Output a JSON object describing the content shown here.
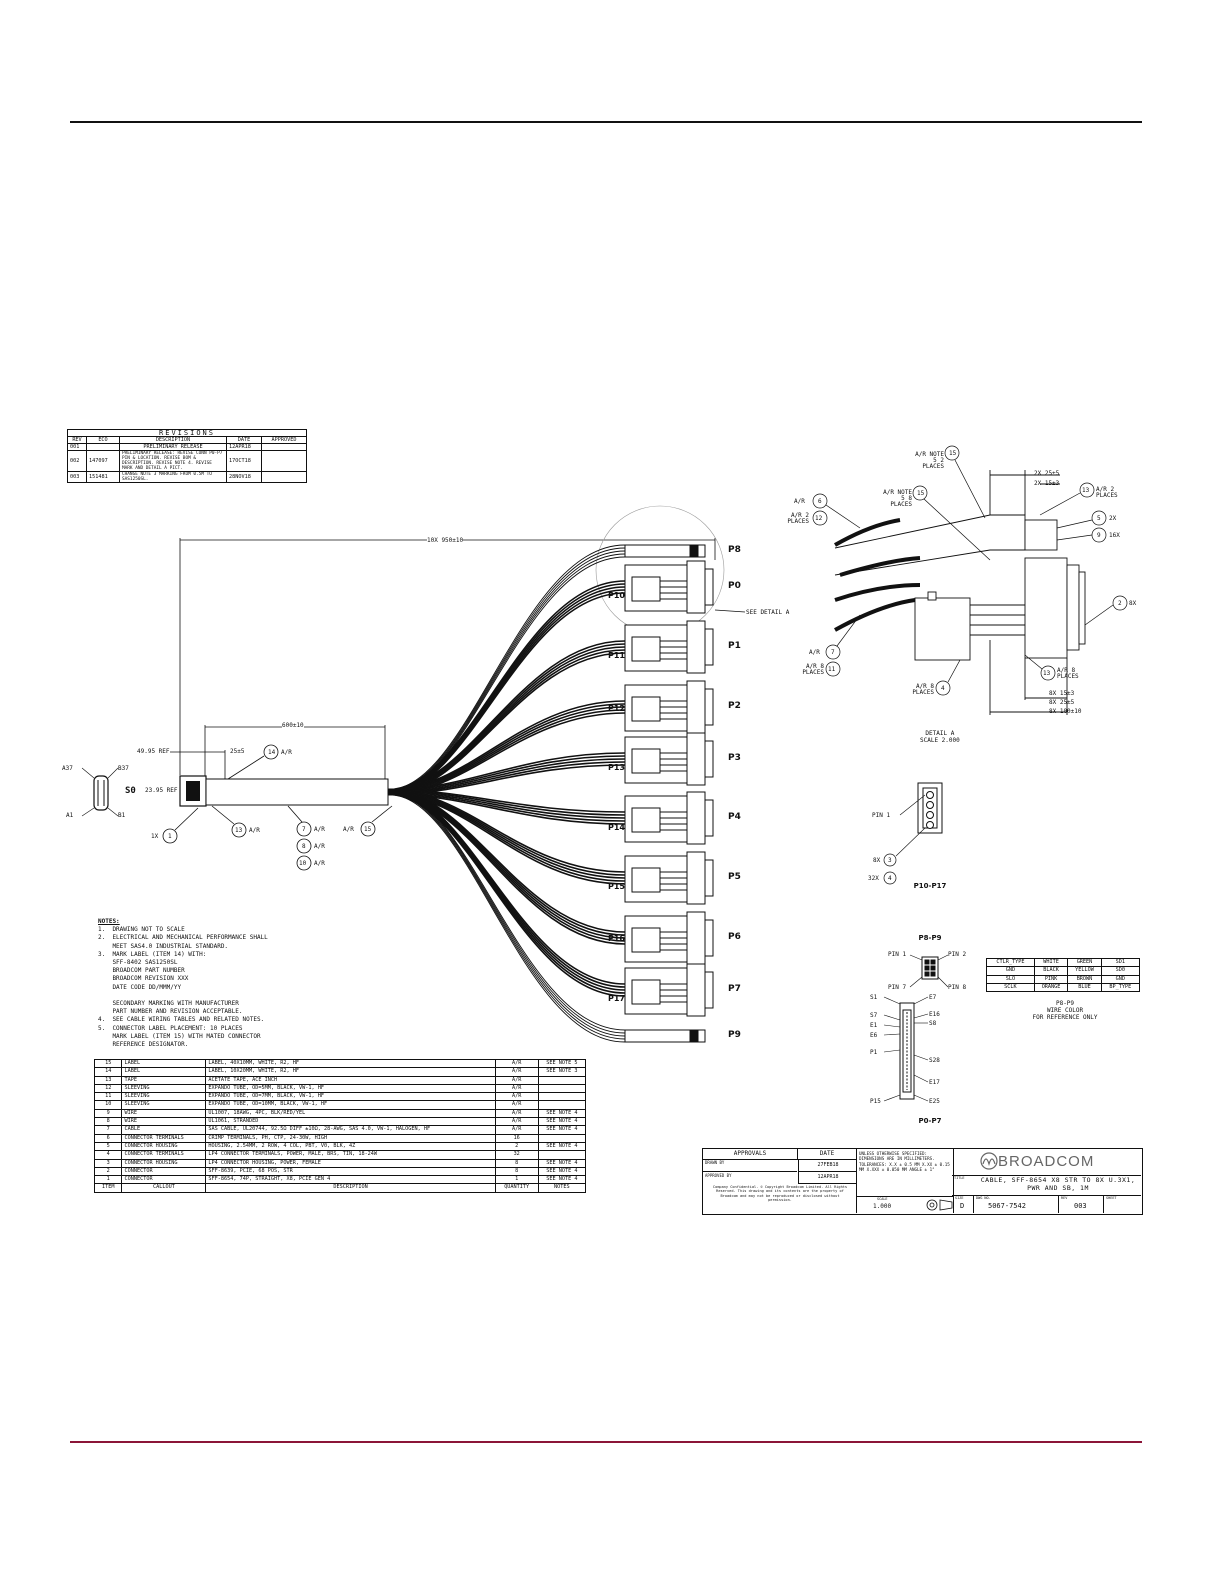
{
  "revisions": {
    "title": "REVISIONS",
    "headers": [
      "REV",
      "ECO",
      "DESCRIPTION",
      "DATE",
      "APPROVED"
    ],
    "rows": [
      [
        "001",
        "",
        "PRELIMINARY RELEASE",
        "12APR18",
        ""
      ],
      [
        "002",
        "147097",
        "PRELIMINARY RELEASE: REVISE CONN P0-P7 PIN & LOCATION. REVISE BOM & DESCRIPTION. REVISE NOTE 4. REVISE MARK AND DETAIL A PICT.",
        "17OCT18",
        ""
      ],
      [
        "003",
        "151481",
        "CHANGE NOTE 3 MARKING FROM 0.5M TO SAS1250SL.",
        "28NOV18",
        ""
      ]
    ]
  },
  "dimensions": {
    "overall": "10X 950±10",
    "breakout": "600±10",
    "cover": "25±5",
    "ref_len": "49.95 REF",
    "ref_w": "23.95 REF",
    "s0": "S0",
    "a37": "A37",
    "b37": "B37",
    "a1": "A1",
    "b1": "B1",
    "see_detail": "SEE DETAIL A"
  },
  "callouts": {
    "c14": "14",
    "c14_qty": "A/R",
    "c1": "1",
    "c1_pre": "1X",
    "c13": "13",
    "c13_qty": "A/R",
    "c7": "7",
    "c7_qty": "A/R",
    "c8": "8",
    "c8_qty": "A/R",
    "c10": "10",
    "c10_qty": "A/R",
    "c15": "15",
    "c15_qty": "A/R"
  },
  "connectors": {
    "right": [
      "P8",
      "P0",
      "P1",
      "P2",
      "P3",
      "P4",
      "P5",
      "P6",
      "P7",
      "P9"
    ],
    "inner": [
      "P10",
      "P11",
      "P12",
      "P13",
      "P14",
      "P15",
      "P16",
      "P17"
    ]
  },
  "detail_a": {
    "title": "DETAIL A",
    "scale": "SCALE 2.000",
    "labels": {
      "note5": "A/R NOTE 5 2 PLACES",
      "c15": "15",
      "c15b": "15",
      "note5b": "A/R NOTE 5 8 PLACES",
      "c6": "6",
      "c6_qty": "A/R",
      "c12": "12",
      "c12_qty": "A/R 2 PLACES",
      "d1": "2X 25±5",
      "d2": "2X 15±3",
      "c13": "13",
      "c13_qty": "A/R 2 PLACES",
      "c5": "5",
      "c5_qty": "2X",
      "c9": "9",
      "c9_qty": "16X",
      "c2": "2",
      "c2_qty": "8X",
      "c7": "7",
      "c7_qty": "A/R",
      "c11": "11",
      "c11_qty": "A/R 8 PLACES",
      "c13b": "13",
      "c13b_qty": "A/R 8 PLACES",
      "c4": "4",
      "c4_qty": "A/R 8 PLACES",
      "d3": "8X 15±3",
      "d4": "8X 25±5",
      "d5": "8X 100±10"
    }
  },
  "p10_p17": {
    "title": "P10-P17",
    "pin1": "PIN 1",
    "c3": "3",
    "c3_qty": "8X",
    "c4": "4",
    "c4_qty": "32X"
  },
  "p8_p9": {
    "title": "P8-P9",
    "pin1": "PIN 1",
    "pin2": "PIN 2",
    "pin7": "PIN 7",
    "pin8": "PIN 8"
  },
  "p0_p7": {
    "title": "P0-P7",
    "left": [
      "S1",
      "S7",
      "E1",
      "E6",
      "P1",
      "P15"
    ],
    "right": [
      "E7",
      "E16",
      "S8",
      "S28",
      "E17",
      "E25"
    ]
  },
  "wire_color": {
    "rows": [
      [
        "CTLR_TYPE",
        "WHITE",
        "GREEN",
        "SD1"
      ],
      [
        "GND",
        "BLACK",
        "YELLOW",
        "SD0"
      ],
      [
        "SLO",
        "PINK",
        "BROWN",
        "GND"
      ],
      [
        "SCLK",
        "ORANGE",
        "BLUE",
        "BP_TYPE"
      ]
    ],
    "caption": "P8-P9\nWIRE COLOR\nFOR REFERENCE ONLY"
  },
  "notes": {
    "heading": "NOTES:",
    "body": "1.  DRAWING NOT TO SCALE\n2.  ELECTRICAL AND MECHANICAL PERFORMANCE SHALL\n    MEET SAS4.0 INDUSTRIAL STANDARD.\n3.  MARK LABEL (ITEM 14) WITH:\n    SFF-8402 SAS1250SL\n    BROADCOM PART NUMBER\n    BROADCOM REVISION XXX\n    DATE CODE DD/MMM/YY\n\n    SECONDARY MARKING WITH MANUFACTURER\n    PART NUMBER AND REVISION ACCEPTABLE.\n4.  SEE CABLE WIRING TABLES AND RELATED NOTES.\n5.  CONNECTOR LABEL PLACEMENT: 10 PLACES\n    MARK LABEL (ITEM 15) WITH MATED CONNECTOR\n    REFERENCE DESIGNATOR."
  },
  "bom": {
    "rows": [
      [
        "15",
        "LABEL",
        "LABEL, 40X10MM, WHITE, R2, HF",
        "A/R",
        "SEE NOTE 5"
      ],
      [
        "14",
        "LABEL",
        "LABEL, 10X20MM, WHITE, R2, HF",
        "A/R",
        "SEE NOTE 3"
      ],
      [
        "13",
        "TAPE",
        "ACETATE TAPE, ACE INCH",
        "A/R",
        ""
      ],
      [
        "12",
        "SLEEVING",
        "EXPANDO TUBE, OD=5MM, BLACK, VW-1, HF",
        "A/R",
        ""
      ],
      [
        "11",
        "SLEEVING",
        "EXPANDO TUBE, OD=7MM, BLACK, VW-1, HF",
        "A/R",
        ""
      ],
      [
        "10",
        "SLEEVING",
        "EXPANDO TUBE, OD=10MM, BLACK, VW-1, HF",
        "A/R",
        ""
      ],
      [
        "9",
        "WIRE",
        "UL1007, 18AWG, 4PC, BLK/RED/YEL",
        "A/R",
        "SEE NOTE 4"
      ],
      [
        "8",
        "WIRE",
        "UL1061, STRANDED",
        "A/R",
        "SEE NOTE 4"
      ],
      [
        "7",
        "CABLE",
        "SAS CABLE, UL20744, 92.5Ω DIFF ±10Ω, 28-AWG, SAS 4.0, VW-1, HALOGEN, HF",
        "A/R",
        "SEE NOTE 4"
      ],
      [
        "6",
        "CONNECTOR TERMINALS",
        "CRIMP TERMINALS, PH, CTP, 24-30W, HIGH",
        "16",
        ""
      ],
      [
        "5",
        "CONNECTOR HOUSING",
        "HOUSING, 2.54MM, 2 ROW, 4 COL, PBT, V0, BLK, 4Z",
        "2",
        "SEE NOTE 4"
      ],
      [
        "4",
        "CONNECTOR TERMINALS",
        "LP4 CONNECTOR TERMINALS, POWER, MALE, BRS, TIN, 18-24W",
        "32",
        ""
      ],
      [
        "3",
        "CONNECTOR HOUSING",
        "LP4 CONNECTOR HOUSING, POWER, FEMALE",
        "8",
        "SEE NOTE 4"
      ],
      [
        "2",
        "CONNECTOR",
        "SFF-8639, PCIE, 68 POS, STR",
        "8",
        "SEE NOTE 4"
      ],
      [
        "1",
        "CONNECTOR",
        "SFF-8654, 74P, STRAIGHT, X8, PCIE GEN 4",
        "1",
        "SEE NOTE 4"
      ]
    ],
    "footer": [
      "ITEM",
      "CALLOUT",
      "DESCRIPTION",
      "QUANTITY",
      "NOTES"
    ]
  },
  "title_block": {
    "approvals": "APPROVALS",
    "date": "DATE",
    "drawn_by": "DRAWN BY",
    "drawn_date": "27FEB18",
    "approved_by": "APPROVED BY",
    "approved_date": "12APR18",
    "disclaimer": "Company Confidential. © Copyright Broadcom Limited. All Rights Reserved. This drawing and its contents are the property of Broadcom and may not be reproduced or disclosed without permission.",
    "tolerances": "UNLESS OTHERWISE SPECIFIED: DIMENSIONS ARE IN MILLIMETERS. TOLERANCES: X.X ± 0.5 MM  X.XX ± 0.15 MM  X.XXX ± 0.050 MM  ANGLE ± 1°",
    "scale_label": "SCALE",
    "scale": "1.000",
    "logo": "BROADCOM",
    "title_label": "TITLE",
    "title": "CABLE, SFF-8654 X8 STR TO 8X U.3X1, PWR AND SB, 1M",
    "size_label": "SIZE",
    "size": "D",
    "dwg_label": "DWG NO.",
    "dwg": "5067-7542",
    "rev_label": "REV",
    "rev": "003",
    "sheet_label": "SHEET"
  }
}
